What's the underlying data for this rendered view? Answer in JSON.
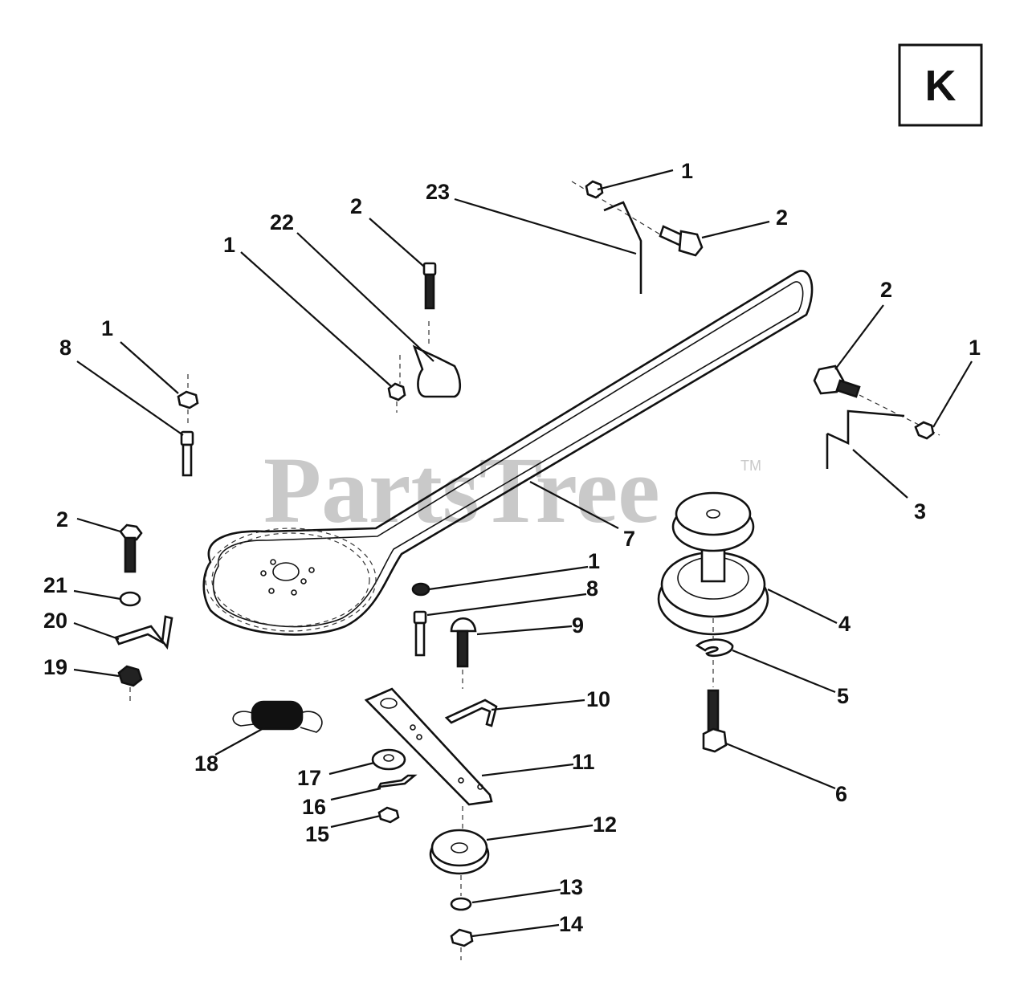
{
  "section_box": {
    "letter": "K"
  },
  "watermark": {
    "text": "PartsTree",
    "trademark": "TM"
  },
  "callouts": [
    {
      "id": "c1",
      "text": "1"
    },
    {
      "id": "c2",
      "text": "23"
    },
    {
      "id": "c3",
      "text": "2"
    },
    {
      "id": "c4",
      "text": "22"
    },
    {
      "id": "c5",
      "text": "2"
    },
    {
      "id": "c6",
      "text": "1"
    },
    {
      "id": "c7",
      "text": "2"
    },
    {
      "id": "c8",
      "text": "1"
    },
    {
      "id": "c9",
      "text": "1"
    },
    {
      "id": "c10",
      "text": "8"
    },
    {
      "id": "c11",
      "text": "3"
    },
    {
      "id": "c12",
      "text": "7"
    },
    {
      "id": "c13",
      "text": "2"
    },
    {
      "id": "c14",
      "text": "21"
    },
    {
      "id": "c15",
      "text": "20"
    },
    {
      "id": "c16",
      "text": "19"
    },
    {
      "id": "c17",
      "text": "1"
    },
    {
      "id": "c18",
      "text": "8"
    },
    {
      "id": "c19",
      "text": "9"
    },
    {
      "id": "c20",
      "text": "4"
    },
    {
      "id": "c21",
      "text": "5"
    },
    {
      "id": "c22",
      "text": "10"
    },
    {
      "id": "c23",
      "text": "6"
    },
    {
      "id": "c24",
      "text": "18"
    },
    {
      "id": "c25",
      "text": "11"
    },
    {
      "id": "c26",
      "text": "17"
    },
    {
      "id": "c27",
      "text": "16"
    },
    {
      "id": "c28",
      "text": "15"
    },
    {
      "id": "c29",
      "text": "12"
    },
    {
      "id": "c30",
      "text": "13"
    },
    {
      "id": "c31",
      "text": "14"
    }
  ]
}
